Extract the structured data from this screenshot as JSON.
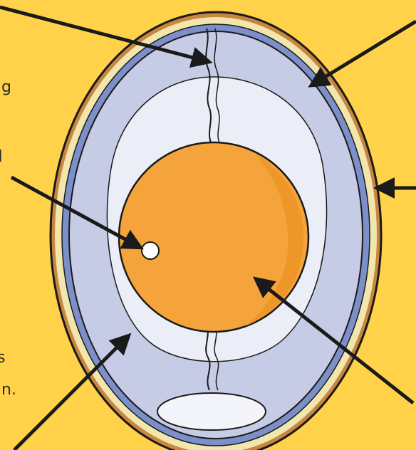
{
  "colors": {
    "background": "#FFD24A",
    "shell_outer": "#C9863E",
    "shell_inner": "#F0E6AE",
    "membrane": "#7D8FC9",
    "albumen_outer": "#C6CCE6",
    "albumen_inner": "#ECEEF7",
    "yolk": "#F4A43A",
    "yolk_dark": "#EE9224",
    "outline": "#1a1a1a"
  },
  "icons": [
    "egg-diagram",
    "label-arrow"
  ],
  "text_fragments": [
    "g",
    "al",
    "s",
    "n."
  ]
}
